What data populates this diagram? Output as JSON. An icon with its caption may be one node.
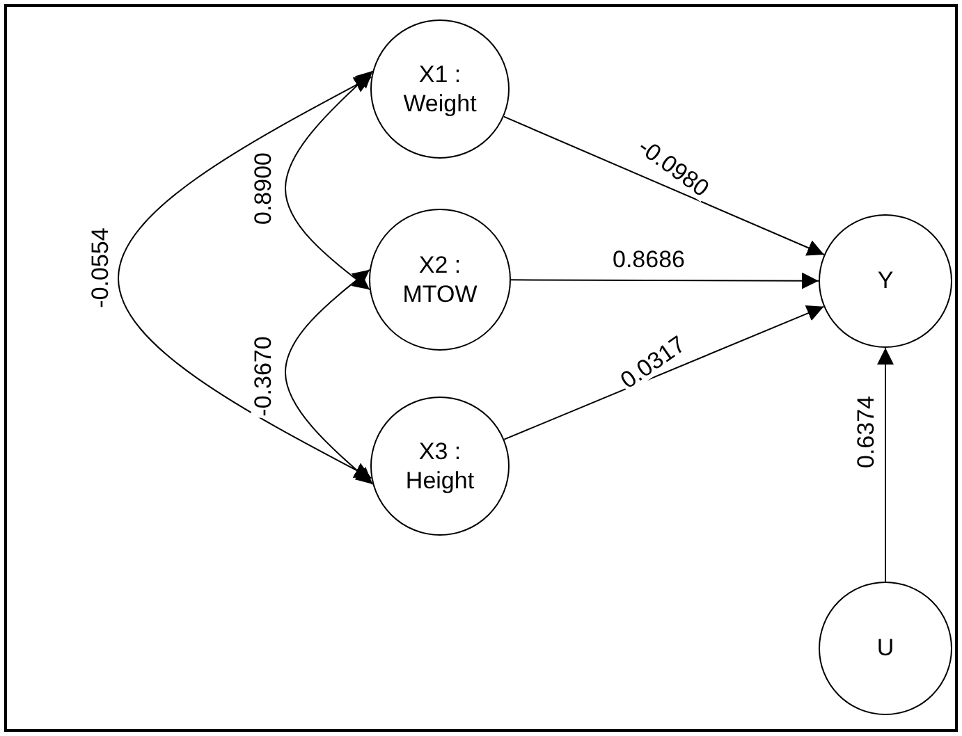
{
  "diagram": {
    "nodes": [
      {
        "text": [
          "X1 :",
          "Weight"
        ]
      },
      {
        "text": [
          "X2 :",
          "MTOW"
        ]
      },
      {
        "text": [
          "X3 :",
          "Height"
        ]
      },
      {
        "text": [
          "Y"
        ]
      },
      {
        "text": [
          "U"
        ]
      }
    ],
    "edges": [
      {
        "from": 0,
        "to": 1,
        "arrow": "both",
        "label": "0.8900"
      },
      {
        "from": 1,
        "to": 2,
        "arrow": "both",
        "label": "-0.3670"
      },
      {
        "from": 0,
        "to": 2,
        "arrow": "both",
        "label": "-0.0554"
      },
      {
        "from": 0,
        "to": 3,
        "arrow": "to",
        "label": "-0.0980"
      },
      {
        "from": 1,
        "to": 3,
        "arrow": "to",
        "label": "0.8686"
      },
      {
        "from": 2,
        "to": 3,
        "arrow": "to",
        "label": "0.0317"
      },
      {
        "from": 4,
        "to": 3,
        "arrow": "to",
        "label": "0.6374"
      }
    ]
  }
}
